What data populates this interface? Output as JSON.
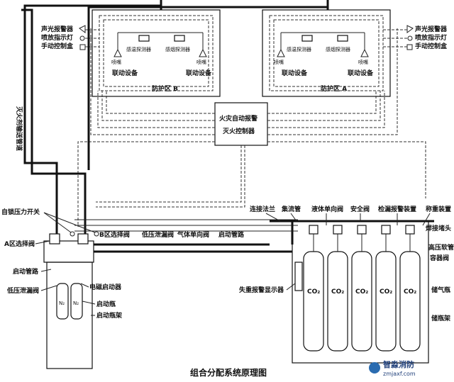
{
  "labels": {
    "vertical_pipe": "灭火剂输送管道",
    "zone_b": {
      "name": "防护区 B",
      "temp_det": "感温探测器",
      "smoke_det": "感烟探测器",
      "nozzle_l": "喷嘴",
      "nozzle_r": "喷嘴",
      "linkage_l": "联动设备",
      "linkage_r": "联动设备"
    },
    "zone_a": {
      "name": "防护区 A",
      "temp_det": "感温探测器",
      "smoke_det": "感烟探测器",
      "nozzle_l": "喷嘴",
      "nozzle_r": "喷嘴",
      "linkage_l": "联动设备",
      "linkage_r": "联动设备"
    },
    "left_devices": [
      "声光报警器",
      "喷放指示灯",
      "手动控制盒"
    ],
    "right_devices": [
      "声光报警器",
      "喷放指示灯",
      "手动控制盒"
    ],
    "controller": [
      "火灾自动报警",
      "灭火控制器"
    ],
    "self_lock_switch": "自锁压力开关",
    "a_select_valve": "A区选择阀",
    "b_select_valve": "B区选择阀",
    "low_pressure_vent": "低压泄漏阀",
    "gas_check_valve": "气体单向阀",
    "start_pipe": "启动管路",
    "start_pipe_left": "启动管路",
    "low_vent_left": "低压泄漏阀",
    "solenoid": "电磁启动器",
    "start_bottle": "启动瓶",
    "start_rack": "启动瓶架",
    "n2_a": "N₂",
    "n2_b": "N₂",
    "conn_flange": "连接法兰",
    "manifold": "集流管",
    "liquid_check": "液体单向阀",
    "safety_valve": "安全阀",
    "leak_alarm": "检漏报警装置",
    "weigh_device": "称重装置",
    "hose_head": "焊接堵头",
    "hp_hose": "高压软管",
    "container_valve": "容器阀",
    "storage_bottle": "储气瓶",
    "storage_rack": "储瓶架",
    "loss_alarm": "失重报警显示器",
    "co2": "CO₂",
    "title": "组合分配系统原理图",
    "watermark_cn": "智淼消防",
    "watermark_url": "zmjaxf.com"
  }
}
